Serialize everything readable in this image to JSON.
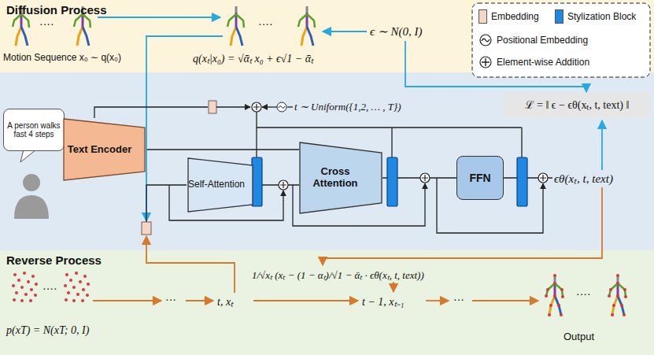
{
  "diagram": {
    "nodes": [
      {
        "text": [
          "Diffusion Process"
        ]
      },
      {
        "text": [
          "Reverse Process"
        ]
      },
      {
        "text": [
          "A person walks fast 4 steps"
        ]
      },
      {
        "text": [
          "Text Encoder"
        ]
      },
      {
        "text": [
          "Self-Attention"
        ]
      },
      {
        "text": [
          "Cross Attention"
        ]
      },
      {
        "text": [
          "FFN"
        ]
      },
      {
        "text": [
          "ℒ = ‖ ϵ − ϵθ(xₜ, t, text) ‖"
        ]
      }
    ],
    "edges": [
      {
        "from": 3,
        "to": 5,
        "arrow": "none"
      },
      {
        "from": 4,
        "to": 5,
        "arrow": "none"
      },
      {
        "from": 5,
        "to": 6,
        "arrow": "none"
      }
    ],
    "labels": [
      "Motion Sequence x₀ ∼ q(x₀)",
      "····",
      "····",
      "q(xₜ|x₀) = √ᾱₜ x₀ + ϵ√1 − ᾱₜ",
      "ϵ ∼ N(0, I)",
      "t ∼ Uniform({1,2, … , T})",
      "ϵθ(xₜ, t, text)",
      "1/√xₜ (xₜ − (1 − αₜ)/√1 − ᾱₜ · ϵθ(xₜ, t, text))",
      "p(xT) = N(xT; 0, I)",
      "····",
      "···",
      "t, xₜ",
      "t − 1, xₜ₋₁",
      "···",
      "Output",
      "····"
    ],
    "legend": [
      {
        "text": "Embedding",
        "color": "#f5d5c5"
      },
      {
        "text": "Stylization Block",
        "color": "#1e88e5"
      },
      {
        "text": "Positional Embedding"
      },
      {
        "text": "Element-wise Addition"
      }
    ]
  }
}
